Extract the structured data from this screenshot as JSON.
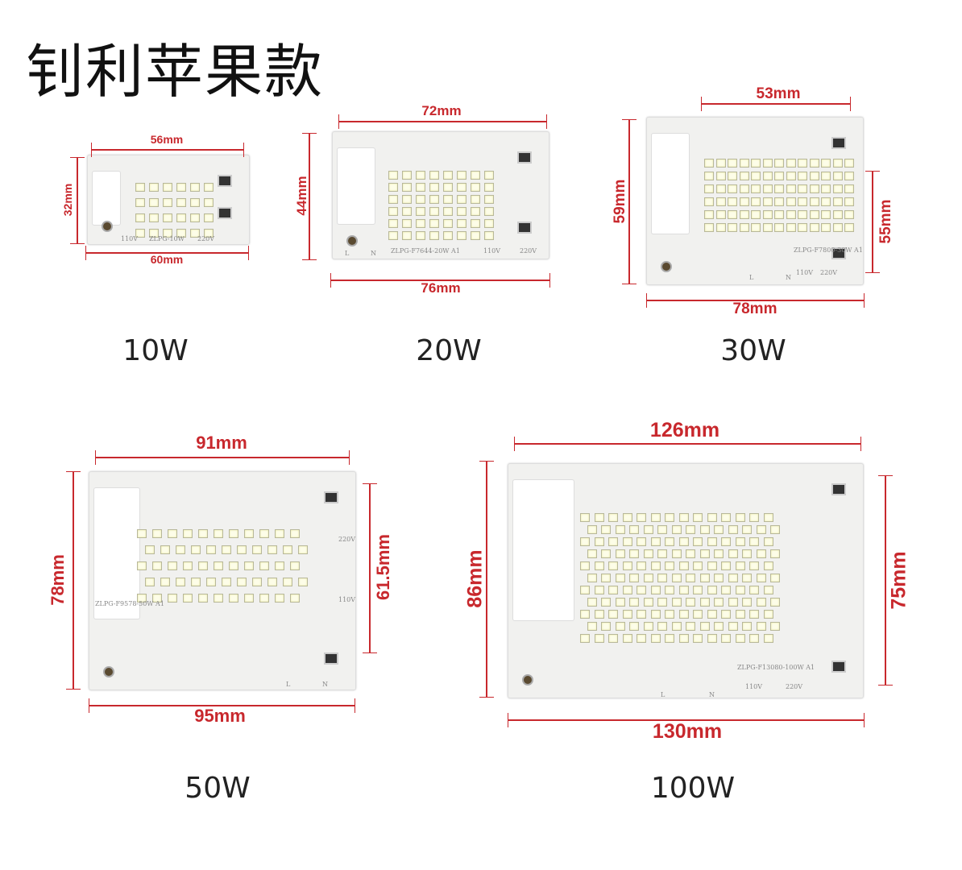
{
  "title": "钊利苹果款",
  "boards": [
    {
      "watt": "10W",
      "dims": [
        "56mm",
        "60mm",
        "32mm"
      ],
      "silk": [
        "ZLPG-10W",
        "110V",
        "220V"
      ]
    },
    {
      "watt": "20W",
      "dims": [
        "72mm",
        "76mm",
        "44mm"
      ],
      "silk": [
        "ZLPG-F7644-20W A1",
        "110V",
        "220V",
        "L",
        "N"
      ]
    },
    {
      "watt": "30W",
      "dims": [
        "53mm",
        "78mm",
        "59mm",
        "55mm"
      ],
      "silk": [
        "ZLPG-F7800-30W A1",
        "110V",
        "220V",
        "L",
        "N"
      ]
    },
    {
      "watt": "50W",
      "dims": [
        "91mm",
        "95mm",
        "78mm",
        "61.5mm"
      ],
      "silk": [
        "ZLPG-F9578-50W A1",
        "110V",
        "220V",
        "L",
        "N"
      ]
    },
    {
      "watt": "100W",
      "dims": [
        "126mm",
        "130mm",
        "86mm",
        "75mm"
      ],
      "silk": [
        "ZLPG-F13080-100W A1",
        "110V",
        "220V",
        "L",
        "N"
      ]
    }
  ],
  "colors": {
    "dimension": "#c8282d",
    "board": "#f1f1ef"
  }
}
